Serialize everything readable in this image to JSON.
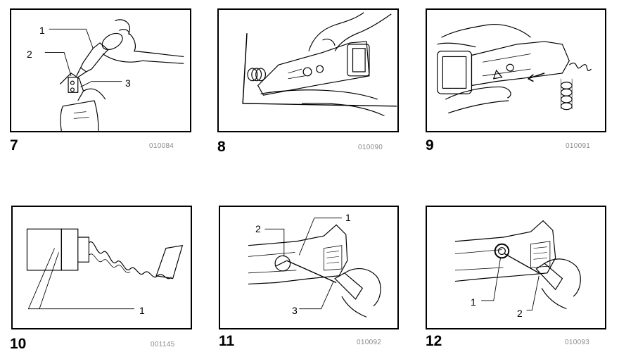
{
  "figures": [
    {
      "number": "7",
      "code": "010084",
      "callouts": [
        "1",
        "2",
        "3"
      ]
    },
    {
      "number": "8",
      "code": "010090",
      "callouts": []
    },
    {
      "number": "9",
      "code": "010091",
      "callouts": []
    },
    {
      "number": "10",
      "code": "001145",
      "callouts": [
        "1"
      ]
    },
    {
      "number": "11",
      "code": "010092",
      "callouts": [
        "2",
        "1",
        "3"
      ]
    },
    {
      "number": "12",
      "code": "010093",
      "callouts": [
        "1",
        "2"
      ]
    }
  ]
}
